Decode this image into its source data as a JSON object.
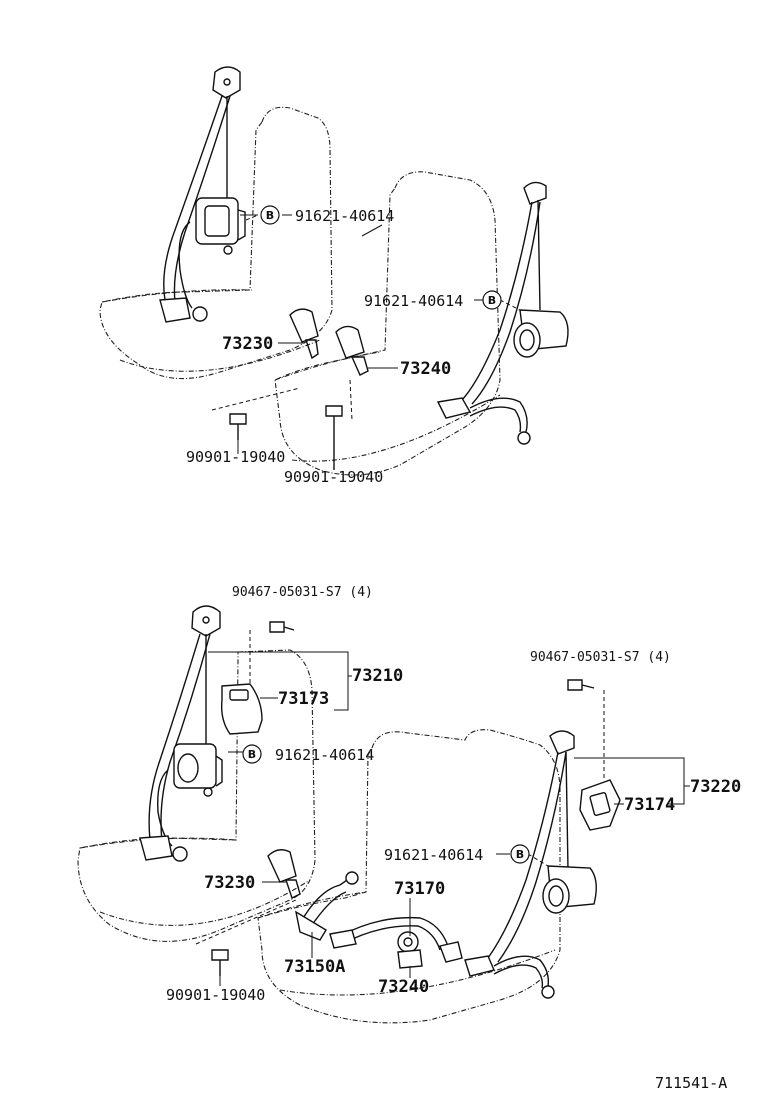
{
  "diagram": {
    "top": {
      "parts": {
        "retractor_bolt_left": "91621-40614",
        "retractor_bolt_right": "91621-40614",
        "buckle_left": "73230",
        "buckle_right": "73240",
        "anchor_bolt_left": "90901-19040",
        "anchor_bolt_right": "90901-19040"
      },
      "callout": "B"
    },
    "bottom": {
      "parts": {
        "screw_left": "90467-05031-S7 (4)",
        "screw_right": "90467-05031-S7 (4)",
        "belt_left": "73210",
        "belt_right": "73220",
        "pretensioner_left": "73173",
        "pretensioner_right": "73174",
        "retractor_bolt_left": "91621-40614",
        "retractor_bolt_right": "91621-40614",
        "buckle_left": "73230",
        "buckle_center": "73240",
        "center_belt": "73170",
        "harness": "73150A",
        "anchor_bolt_left": "90901-19040"
      },
      "callout": "B"
    },
    "ref_code": "711541-A"
  }
}
